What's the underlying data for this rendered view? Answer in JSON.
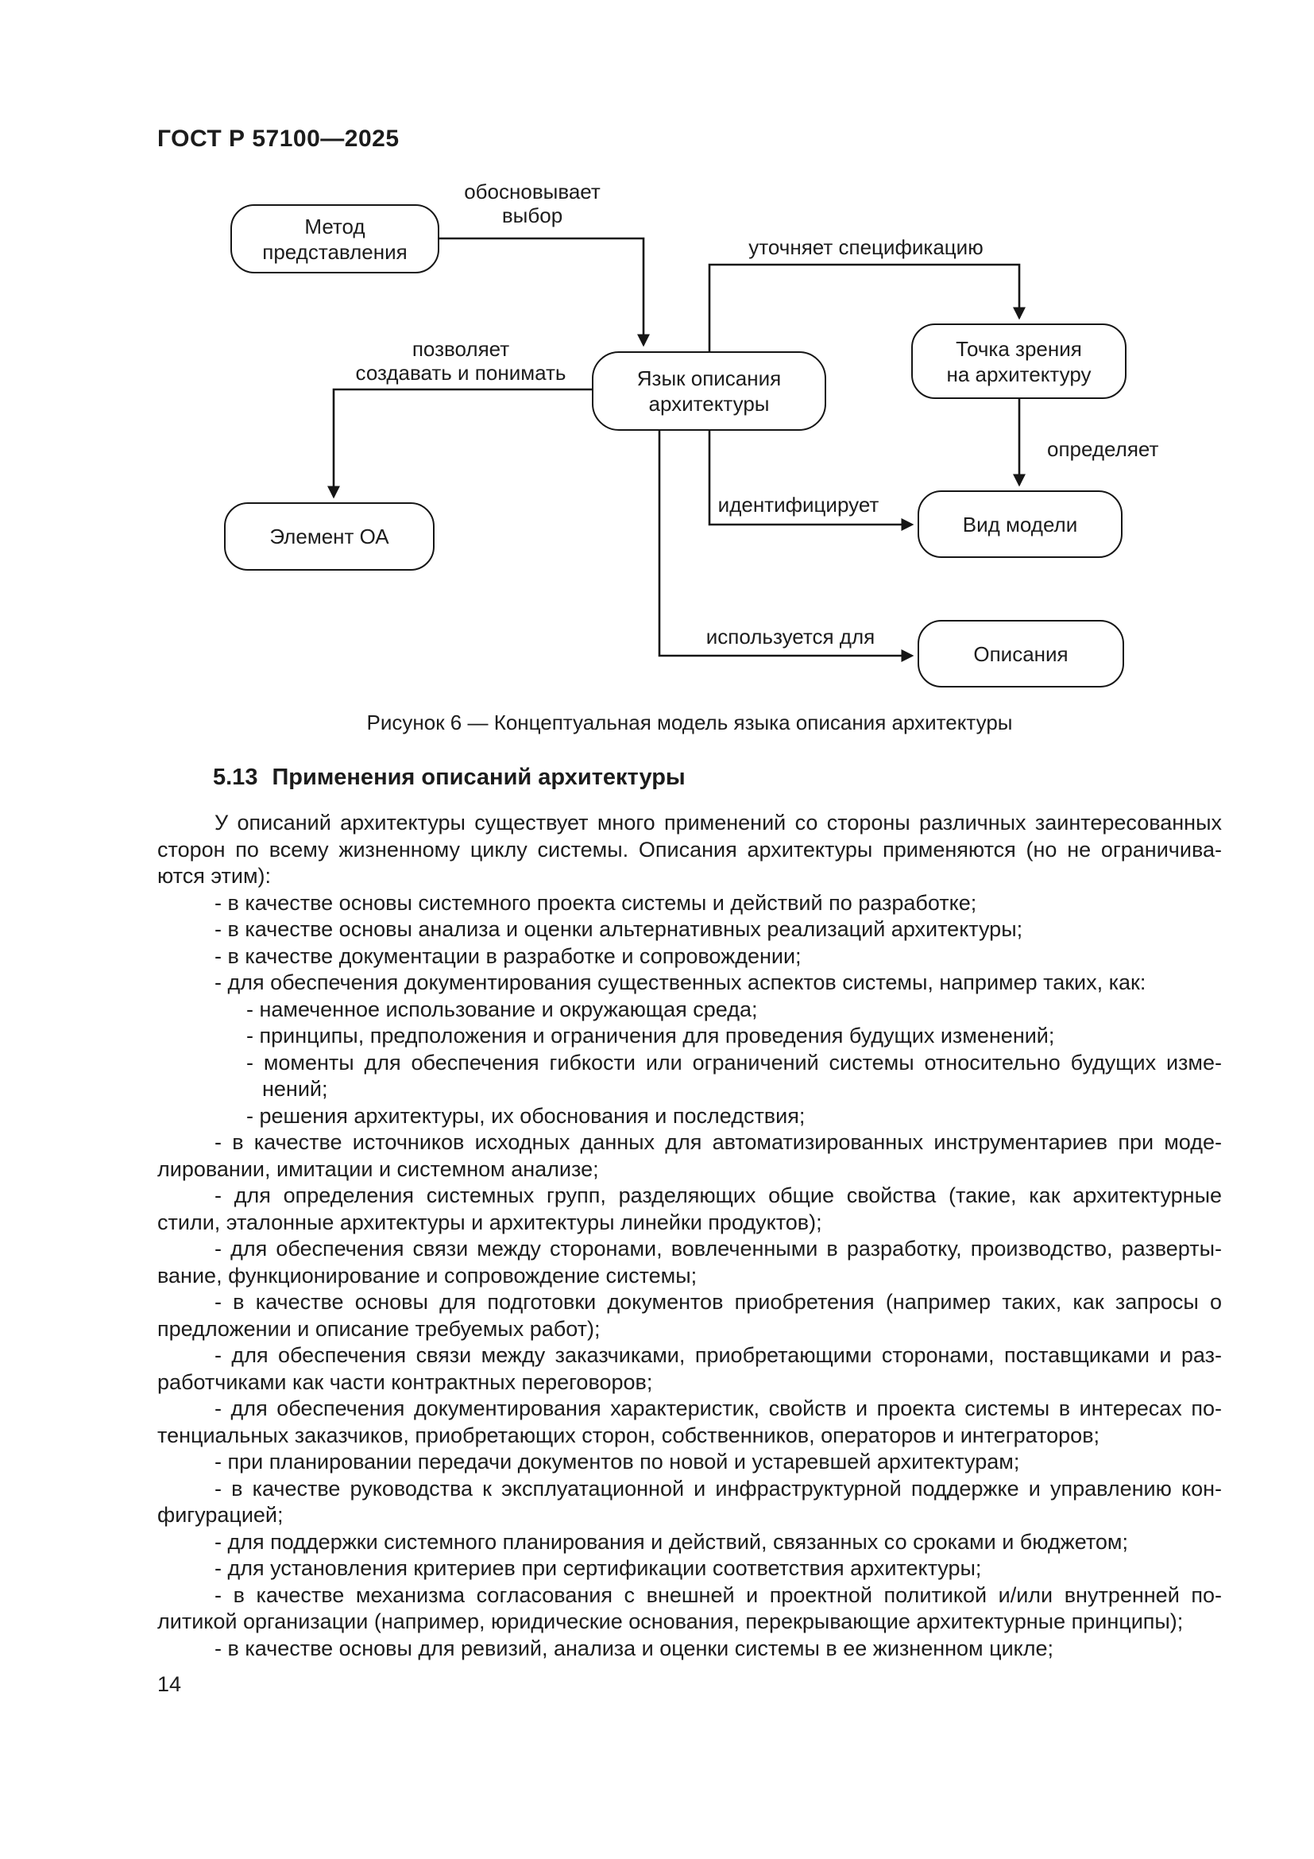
{
  "page": {
    "header": "ГОСТ Р 57100—2025",
    "page_number": "14"
  },
  "figure": {
    "caption": "Рисунок 6 — Концептуальная модель языка описания архитектуры",
    "nodes": {
      "method": {
        "line1": "Метод",
        "line2": "представления"
      },
      "lang": {
        "line1": "Язык описания",
        "line2": "архитектуры"
      },
      "viewpoint": {
        "line1": "Точка зрения",
        "line2": "на архитектуру"
      },
      "model_kind": {
        "line1": "Вид модели"
      },
      "descriptions": {
        "line1": "Описания"
      },
      "element": {
        "line1": "Элемент ОА"
      }
    },
    "edge_labels": {
      "justifies": {
        "line1": "обосновывает",
        "line2": "выбор"
      },
      "allows": {
        "line1": "позволяет",
        "line2": "создавать и понимать"
      },
      "specifies": {
        "line1": "уточняет спецификацию"
      },
      "defines": {
        "line1": "определяет"
      },
      "identifies": {
        "line1": "идентифицирует"
      },
      "used_for": {
        "line1": "используется для"
      }
    },
    "line_color": "#161616"
  },
  "section": {
    "number": "5.13",
    "title": "Применения описаний архитектуры"
  },
  "body_lines": [
    {
      "text": "У описаний архитектуры существует много применений со стороны различных заинтересованных",
      "indent": "para",
      "justify": true
    },
    {
      "text": "сторон по всему жизненному циклу системы. Описания архитектуры применяются (но не ограничива-",
      "indent": "cont1",
      "justify": true
    },
    {
      "text": "ются этим):",
      "indent": "cont1",
      "justify": false
    },
    {
      "text": "- в качестве основы системного проекта системы и действий по разработке;",
      "indent": "item1",
      "justify": false
    },
    {
      "text": "- в качестве основы анализа и оценки альтернативных реализаций архитектуры;",
      "indent": "item1",
      "justify": false
    },
    {
      "text": "- в качестве документации в разработке и сопровождении;",
      "indent": "item1",
      "justify": false
    },
    {
      "text": "- для обеспечения документирования существенных аспектов системы, например таких, как:",
      "indent": "item1",
      "justify": false
    },
    {
      "text": "- намеченное использование и окружающая среда;",
      "indent": "item2",
      "justify": false
    },
    {
      "text": "- принципы, предположения и ограничения для проведения будущих изменений;",
      "indent": "item2",
      "justify": false
    },
    {
      "text": "- моменты для обеспечения гибкости или ограничений системы относительно будущих изме-",
      "indent": "item2",
      "justify": true
    },
    {
      "text": "нений;",
      "indent": "cont2",
      "justify": false
    },
    {
      "text": "- решения архитектуры, их обоснования и последствия;",
      "indent": "item2",
      "justify": false
    },
    {
      "text": "- в качестве источников исходных данных для автоматизированных инструментариев при моде-",
      "indent": "item1",
      "justify": true
    },
    {
      "text": "лировании, имитации и системном анализе;",
      "indent": "cont1",
      "justify": false
    },
    {
      "text": "- для определения системных групп, разделяющих общие свойства (такие, как архитектурные",
      "indent": "item1",
      "justify": true
    },
    {
      "text": "стили, эталонные архитектуры и архитектуры линейки продуктов);",
      "indent": "cont1",
      "justify": false
    },
    {
      "text": "- для обеспечения связи между сторонами, вовлеченными в разработку, производство, разверты-",
      "indent": "item1",
      "justify": true
    },
    {
      "text": "вание, функционирование и сопровождение системы;",
      "indent": "cont1",
      "justify": false
    },
    {
      "text": "- в качестве основы для подготовки документов приобретения (например таких, как запросы о",
      "indent": "item1",
      "justify": true
    },
    {
      "text": "предложении и описание требуемых работ);",
      "indent": "cont1",
      "justify": false
    },
    {
      "text": "- для обеспечения связи между заказчиками, приобретающими сторонами, поставщиками и раз-",
      "indent": "item1",
      "justify": true
    },
    {
      "text": "работчиками как части контрактных переговоров;",
      "indent": "cont1",
      "justify": false
    },
    {
      "text": "- для обеспечения документирования характеристик, свойств и проекта системы в интересах по-",
      "indent": "item1",
      "justify": true
    },
    {
      "text": "тенциальных заказчиков, приобретающих сторон, собственников, операторов и интеграторов;",
      "indent": "cont1",
      "justify": false
    },
    {
      "text": "- при планировании передачи документов по новой и устаревшей архитектурам;",
      "indent": "item1",
      "justify": false
    },
    {
      "text": "- в качестве руководства к эксплуатационной и инфраструктурной поддержке и управлению кон-",
      "indent": "item1",
      "justify": true
    },
    {
      "text": "фигурацией;",
      "indent": "cont1",
      "justify": false
    },
    {
      "text": "- для поддержки системного планирования и действий, связанных со сроками и бюджетом;",
      "indent": "item1",
      "justify": false
    },
    {
      "text": "- для установления критериев при сертификации соответствия архитектуры;",
      "indent": "item1",
      "justify": false
    },
    {
      "text": "- в качестве механизма согласования с внешней и проектной политикой и/или внутренней по-",
      "indent": "item1",
      "justify": true
    },
    {
      "text": "литикой организации (например, юридические основания, перекрывающие архитектурные принципы);",
      "indent": "cont1",
      "justify": false
    },
    {
      "text": "- в качестве основы для ревизий, анализа и оценки системы в ее жизненном цикле;",
      "indent": "item1",
      "justify": false
    }
  ]
}
